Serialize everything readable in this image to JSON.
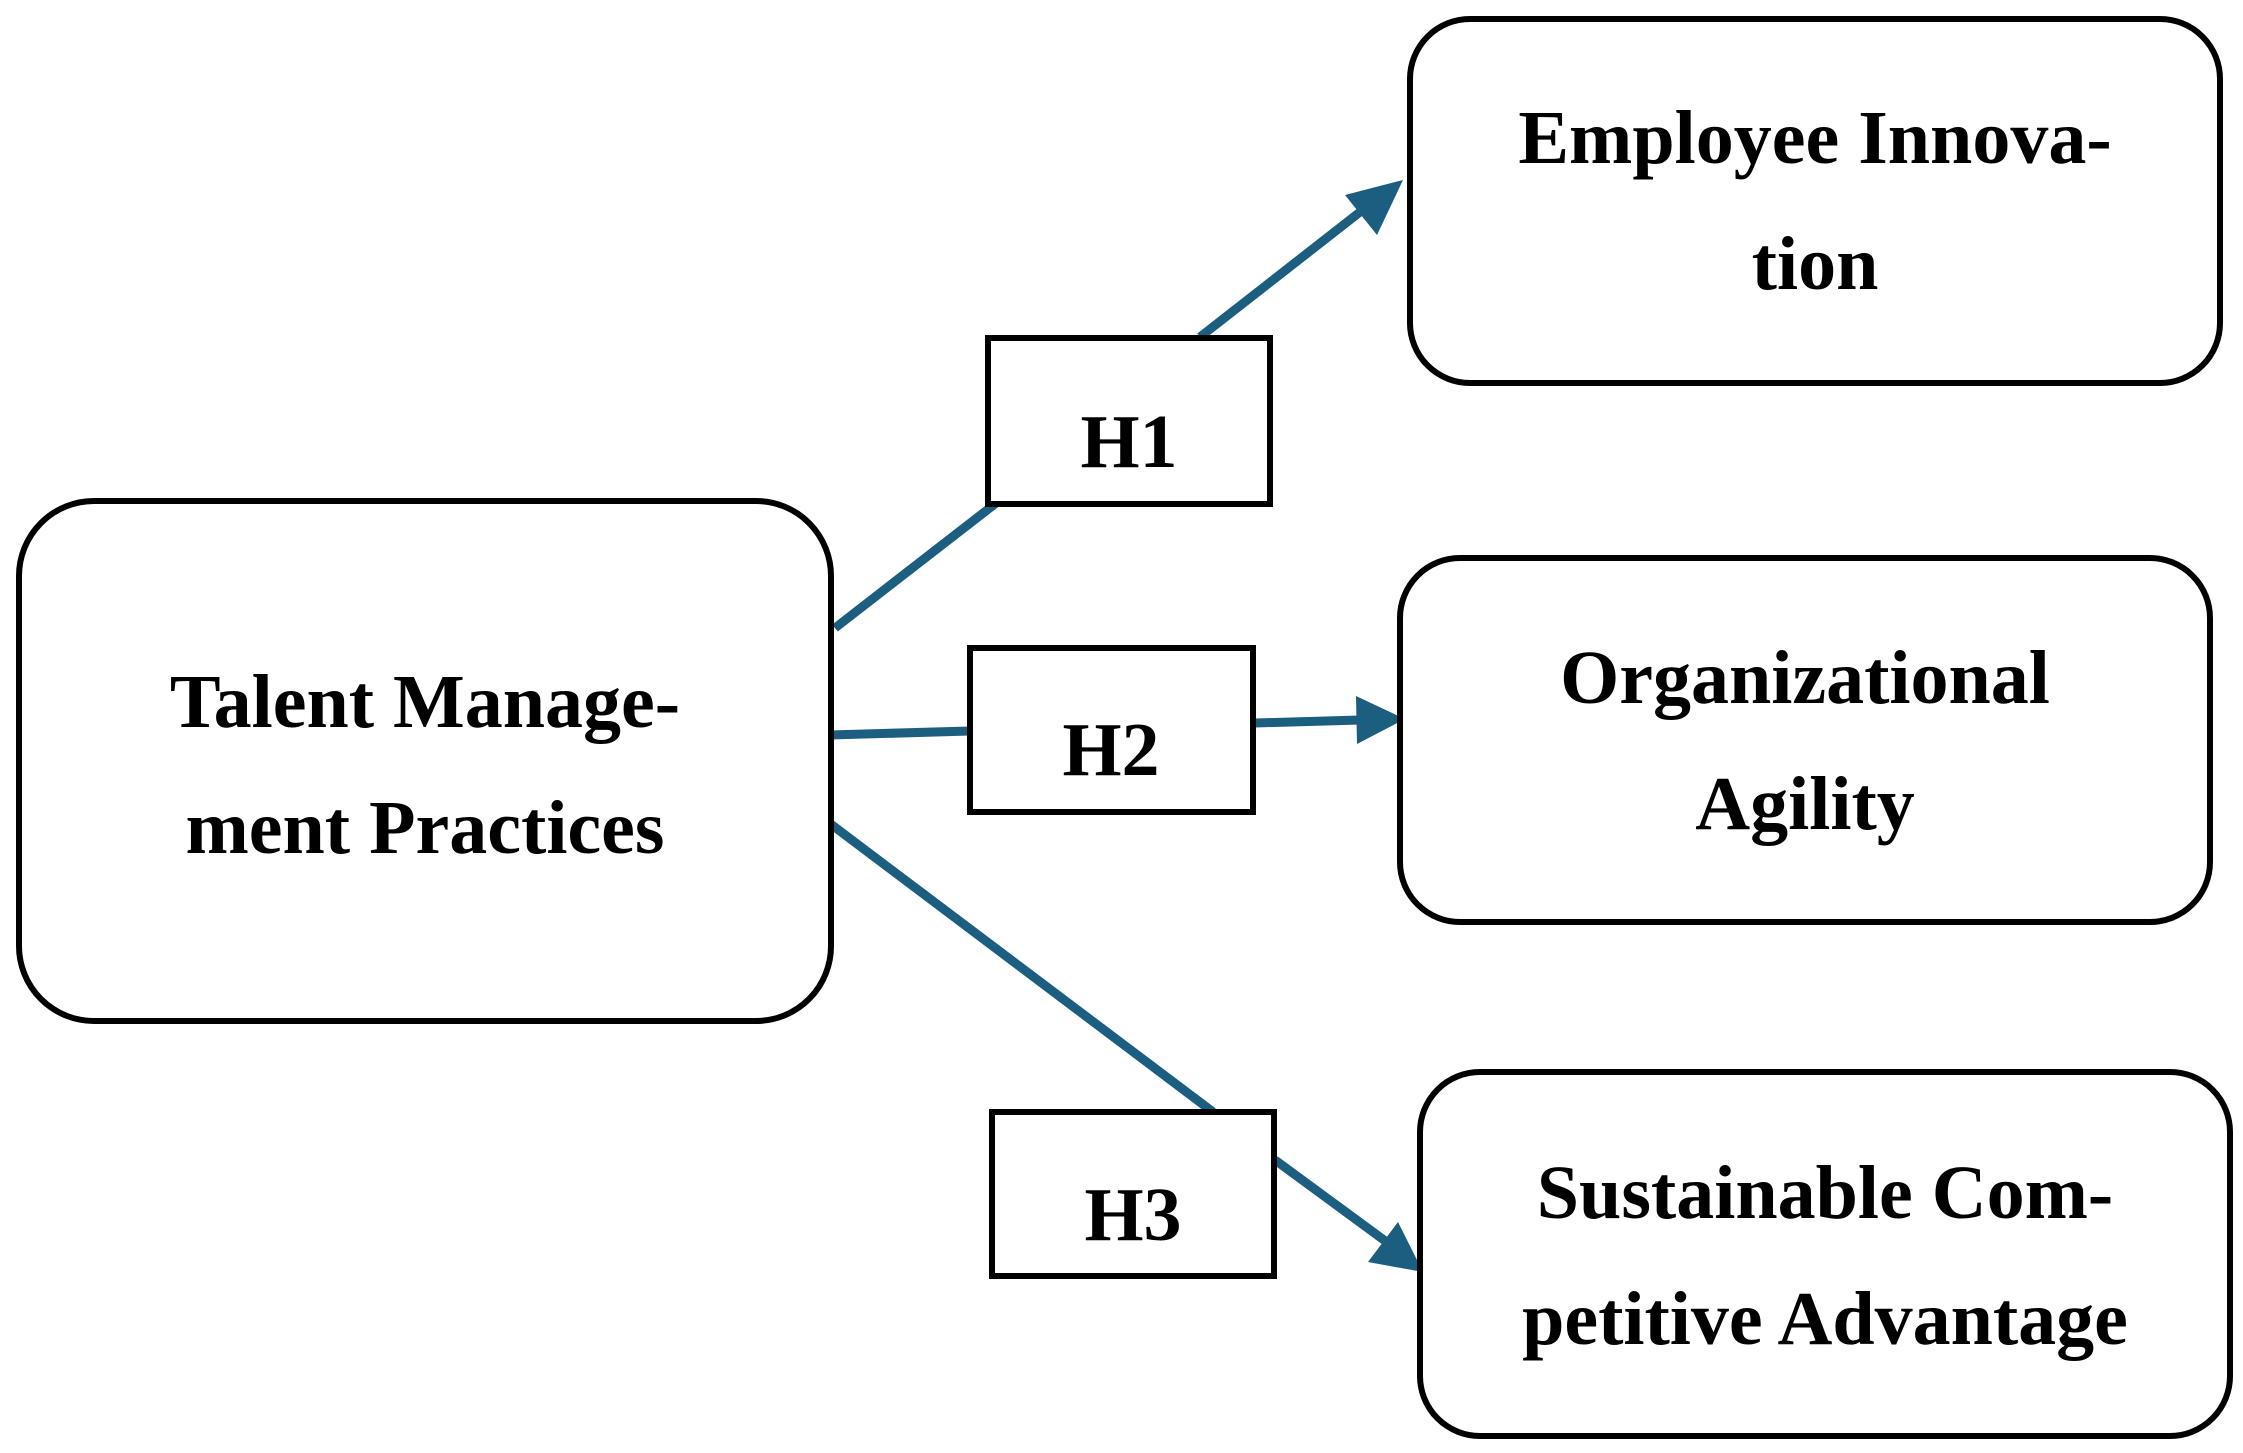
{
  "nodes": {
    "source": {
      "lines": [
        "Talent Manage-",
        "ment Practices"
      ]
    },
    "target_1": {
      "lines": [
        "Employee Innova-",
        "tion"
      ]
    },
    "target_2": {
      "lines": [
        "Organizational",
        "Agility"
      ]
    },
    "target_3": {
      "lines": [
        "Sustainable Com-",
        "petitive Advantage"
      ]
    }
  },
  "hypotheses": {
    "h1": "H1",
    "h2": "H2",
    "h3": "H3"
  },
  "colors": {
    "connector": "#1b5e80",
    "box_stroke": "#000000"
  }
}
